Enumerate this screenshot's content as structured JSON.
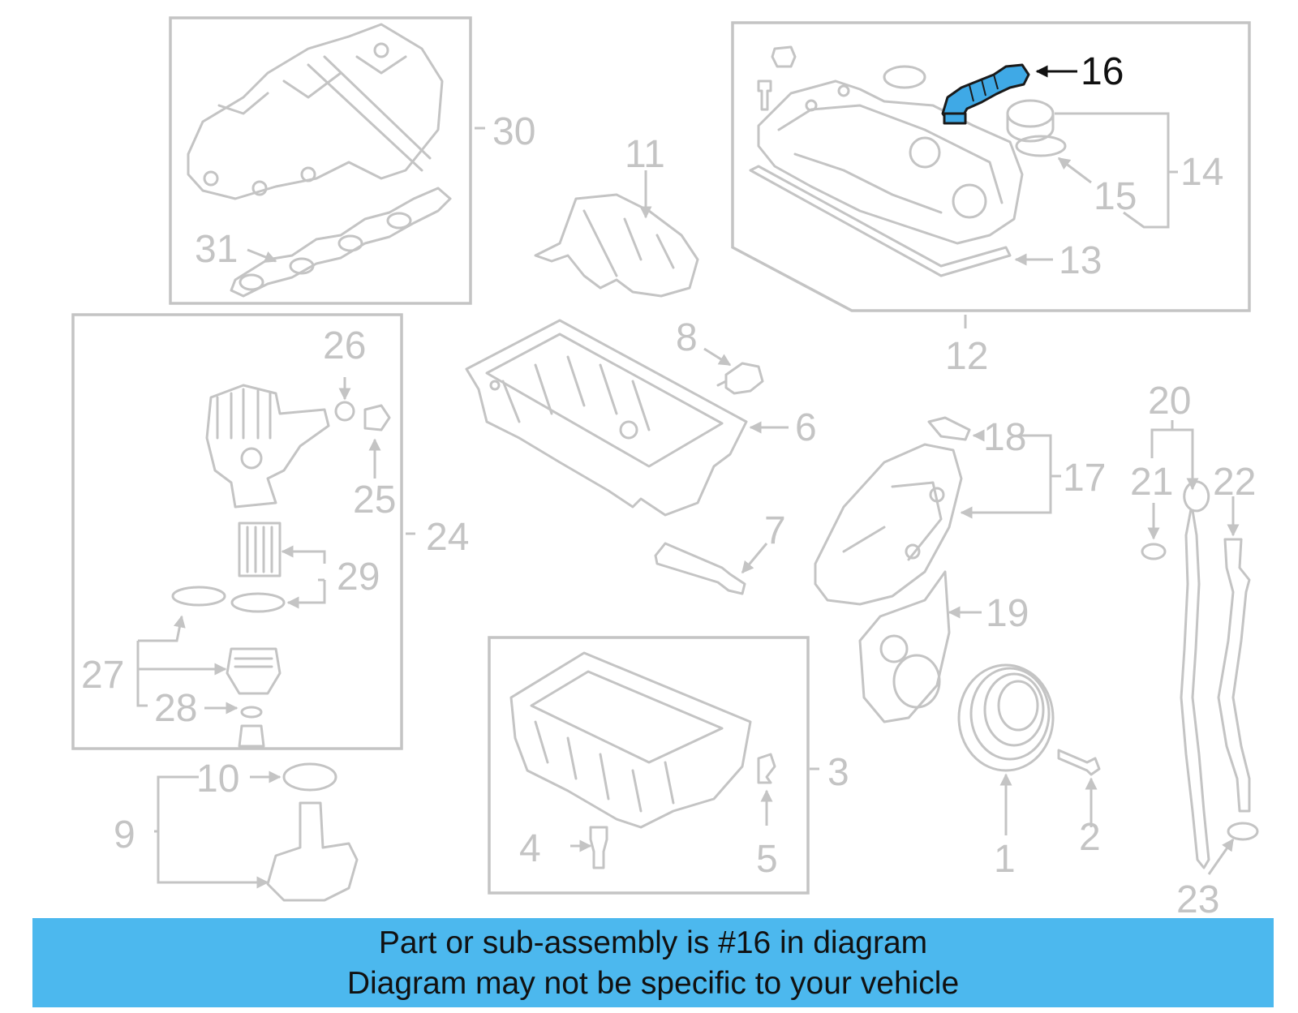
{
  "diagram": {
    "highlight_color": "#3fa9e6",
    "line_color": "#c4c4c4",
    "callouts": [
      "1",
      "2",
      "3",
      "4",
      "5",
      "6",
      "7",
      "8",
      "9",
      "10",
      "11",
      "12",
      "13",
      "14",
      "15",
      "16",
      "17",
      "18",
      "19",
      "20",
      "21",
      "22",
      "23",
      "24",
      "25",
      "26",
      "27",
      "28",
      "29",
      "30",
      "31"
    ],
    "highlighted_callout": "16"
  },
  "caption": {
    "background_color": "#4cb8ee",
    "line1": "Part or sub-assembly is #16 in diagram",
    "line2": "Diagram may not be specific to your vehicle"
  }
}
